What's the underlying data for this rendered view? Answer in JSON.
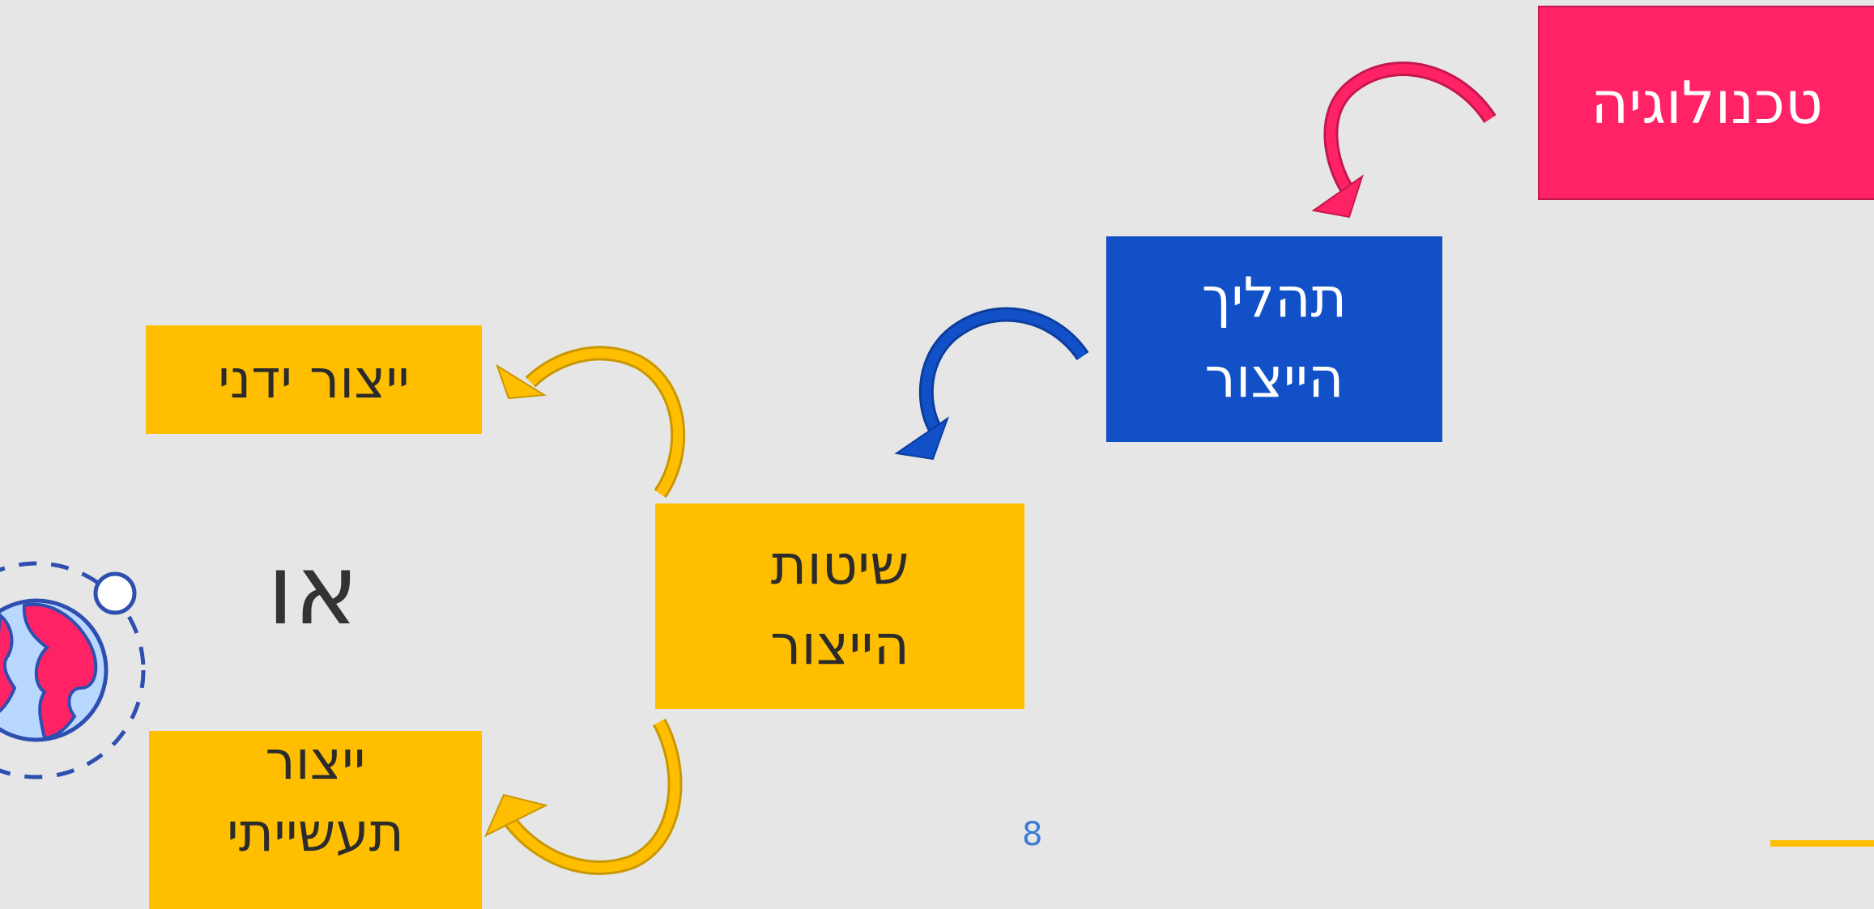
{
  "diagram": {
    "technology": "טכנולוגיה",
    "process": [
      "תהליך",
      "הייצור"
    ],
    "methods": [
      "שיטות",
      "הייצור"
    ],
    "manual": "ייצור ידני",
    "or": "או",
    "industrial": [
      "ייצור",
      "תעשייתי"
    ]
  },
  "page_number": "8",
  "colors": {
    "background": "#e6e6e6",
    "pink": "#ff2366",
    "blue": "#1250c8",
    "yellow": "#ffbf00",
    "text_dark": "#2b2b2b",
    "page_number": "#3a7bd5"
  },
  "icons": [
    "curved-arrow-icon",
    "globe-icon"
  ]
}
